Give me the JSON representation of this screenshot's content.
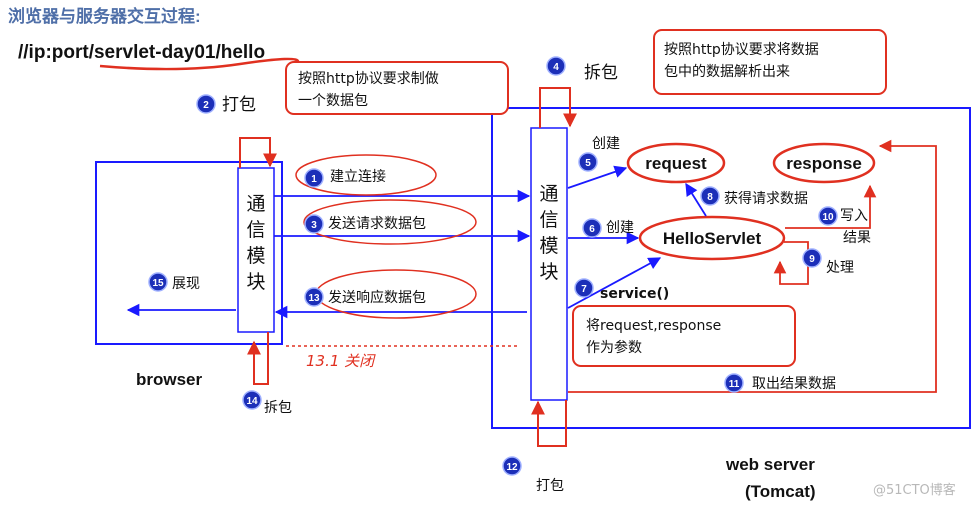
{
  "title": "浏览器与服务器交互过程:",
  "url": {
    "prefix": "//ip:port/",
    "servlet_path": "servlet-day01",
    "sep": "/",
    "name": "hello"
  },
  "browser_label": "browser",
  "server_label": [
    "web server",
    "(Tomcat)"
  ],
  "comm_module_chars": [
    "通",
    "信",
    "模",
    "块"
  ],
  "objects": {
    "request": "request",
    "response": "response",
    "servlet": "HelloServlet"
  },
  "notes": {
    "pack_note": [
      "按照http协议要求制做",
      "一个数据包"
    ],
    "parse_note": [
      "按照http协议要求将数据",
      "包中的数据解析出来"
    ],
    "param_note": [
      "将request,response",
      "作为参数"
    ]
  },
  "steps": [
    {
      "num": "1",
      "label": "建立连接"
    },
    {
      "num": "2",
      "label": "打包"
    },
    {
      "num": "3",
      "label": "发送请求数据包"
    },
    {
      "num": "4",
      "label": "拆包"
    },
    {
      "num": "5",
      "label": "创建"
    },
    {
      "num": "6",
      "label": "创建"
    },
    {
      "num": "7",
      "label": "service()"
    },
    {
      "num": "8",
      "label": "获得请求数据"
    },
    {
      "num": "9",
      "label": "处理"
    },
    {
      "num": "10",
      "label": "写入"
    },
    {
      "num": "11",
      "label": "取出结果数据"
    },
    {
      "num": "12",
      "label": "打包"
    },
    {
      "num": "13",
      "label": "发送响应数据包"
    },
    {
      "num": "14",
      "label": "拆包"
    },
    {
      "num": "15",
      "label": "展现"
    }
  ],
  "step10_line2": "结果",
  "handwritten_note": "13.1 关闭",
  "watermark": "@51CTO博客",
  "colors": {
    "blue": "#1a1aff",
    "red": "#e03020",
    "badge": "#1c2fb8",
    "title": "#4f6fa8"
  }
}
